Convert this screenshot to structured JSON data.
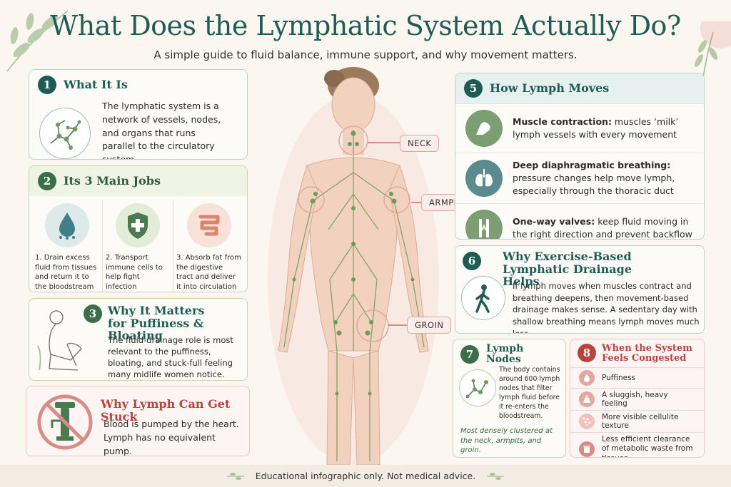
{
  "title": "What Does the Lymphatic System Actually Do?",
  "subtitle": "A simple guide to fluid balance, immune support, and why movement matters.",
  "sections": {
    "what_it_is": {
      "num": "1",
      "title": "What It Is",
      "text": "The lymphatic system is a network of vessels, nodes, and organs that runs parallel to the circulatory system."
    },
    "main_jobs": {
      "num": "2",
      "title": "Its 3 Main Jobs",
      "jobs": [
        {
          "text": "1. Drain excess fluid from tissues and return it to the bloodstream",
          "icon": "water-drop-icon"
        },
        {
          "text": "2. Transport immune cells to help fight infection",
          "icon": "shield-cross-icon"
        },
        {
          "text": "3. Absorb fat from the digestive tract and deliver it into circulation",
          "icon": "intestine-icon"
        }
      ]
    },
    "why_matters": {
      "num": "3",
      "title": "Why It Matters for Puffiness & Bloating",
      "text": "The fluid-drainage role is most relevant to the puffiness, bloating, and stuck-full feeling many midlife women notice."
    },
    "stuck": {
      "title": "Why Lymph Can Get Stuck",
      "text": "Blood is pumped by the heart. Lymph has no equivalent pump."
    },
    "how_moves": {
      "num": "5",
      "title": "How Lymph Moves",
      "items": [
        {
          "bold": "Muscle contraction:",
          "text": " muscles ‘milk’ lymph vessels with every movement",
          "icon": "flexed-arm-icon"
        },
        {
          "bold": "Deep diaphragmatic breathing:",
          "text": " pressure changes help move lymph, especially through the thoracic duct",
          "icon": "lungs-icon"
        },
        {
          "bold": "One-way valves:",
          "text": " keep fluid moving in the right direction and prevent backflow",
          "icon": "valve-icon"
        }
      ]
    },
    "exercise": {
      "num": "6",
      "title": "Why Exercise-Based Lymphatic Drainage Helps",
      "text": "If lymph moves when muscles contract and breathing deepens, then movement-based drainage makes sense. A sedentary day with shallow breathing means lymph moves much less."
    },
    "nodes": {
      "num": "7",
      "title": "Lymph Nodes",
      "text": "The body contains around 600 lymph nodes that filter lymph fluid before it re-enters the bloodstream.",
      "note": "Most densely clustered at the neck, armpits, and groin."
    },
    "congested": {
      "num": "8",
      "title": "When the System Feels Congested",
      "items": [
        {
          "text": "Puffiness",
          "icon": "drop-icon"
        },
        {
          "text": "A sluggish, heavy feeling",
          "icon": "weight-icon"
        },
        {
          "text": "More visible cellulite texture",
          "icon": "texture-icon"
        },
        {
          "text": "Less efficient clearance of metabolic waste from tissues",
          "icon": "trash-icon"
        }
      ]
    }
  },
  "body_labels": {
    "neck": "NECK",
    "armpits": "ARMPITS",
    "groin": "GROIN"
  },
  "footer": "Educational infographic only. Not medical advice.",
  "colors": {
    "teal": "#1f5c55",
    "green": "#3d6e4a",
    "rose": "#b8443f",
    "background": "#fbf6f0"
  }
}
